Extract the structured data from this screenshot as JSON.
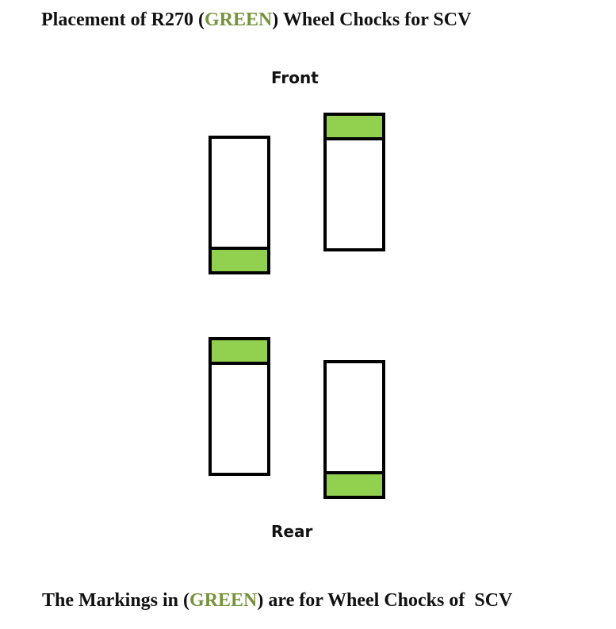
{
  "title": {
    "before": "Placement of R270 (",
    "highlight": "GREEN",
    "after": ") Wheel Chocks for SCV"
  },
  "labels": {
    "front": "Front",
    "rear": "Rear"
  },
  "footer": {
    "before": "The Markings in (",
    "highlight": "GREEN",
    "after": ") are for Wheel Chocks of  SCV"
  },
  "colors": {
    "chock": "#92d050",
    "highlight_text": "#76923c",
    "wheel_outline": "#000000"
  },
  "wheels": [
    {
      "name": "front-left-wheel",
      "chock": "bottom"
    },
    {
      "name": "front-right-wheel",
      "chock": "top"
    },
    {
      "name": "rear-left-wheel",
      "chock": "top"
    },
    {
      "name": "rear-right-wheel",
      "chock": "bottom"
    }
  ]
}
